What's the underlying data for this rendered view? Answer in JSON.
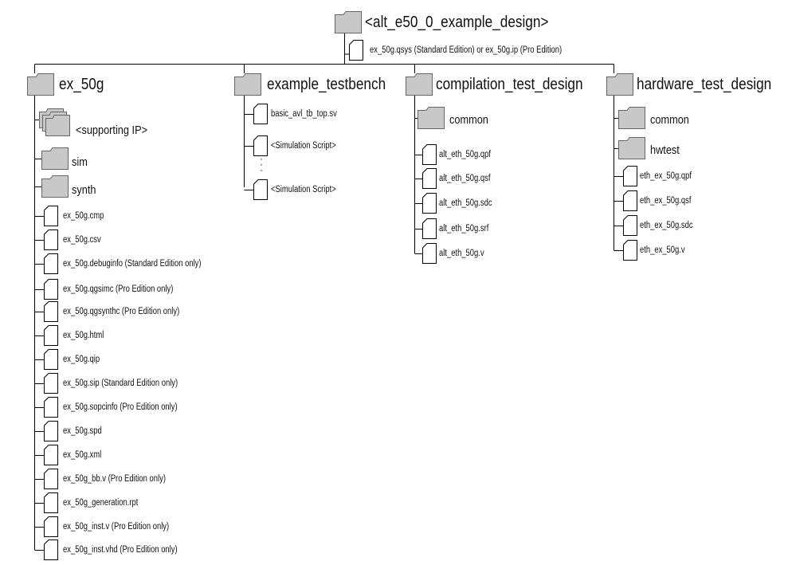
{
  "root": {
    "name": "<alt_e50_0_example_design>",
    "files": [
      "ex_50g.qsys (Standard Edition) or ex_50g.ip (Pro Edition)"
    ]
  },
  "ex_50g": {
    "name": "ex_50g",
    "folders": [
      "<supporting IP>",
      "sim",
      "synth"
    ],
    "files": [
      "ex_50g.cmp",
      "ex_50g.csv",
      "ex_50g.debuginfo (Standard Edition only)",
      "ex_50g.qgsimc (Pro Edition only)",
      "ex_50g.qgsynthc (Pro Edition only)",
      "ex_50g.html",
      "ex_50g.qip",
      "ex_50g.sip (Standard Edition only)",
      "ex_50g.sopcinfo (Pro Edition only)",
      "ex_50g.spd",
      "ex_50g.xml",
      "ex_50g_bb.v (Pro Edition only)",
      "ex_50g_generation.rpt",
      "ex_50g_inst.v (Pro Edition only)",
      "ex_50g_inst.vhd (Pro Edition only)"
    ]
  },
  "example_testbench": {
    "name": "example_testbench",
    "files": [
      "basic_avl_tb_top.sv",
      "<Simulation Script>",
      "<Simulation Script>"
    ]
  },
  "compilation_test_design": {
    "name": "compilation_test_design",
    "folders": [
      "common"
    ],
    "files": [
      "alt_eth_50g.qpf",
      "alt_eth_50g.qsf",
      "alt_eth_50g.sdc",
      "alt_eth_50g.srf",
      "alt_eth_50g.v"
    ]
  },
  "hardware_test_design": {
    "name": "hardware_test_design",
    "folders": [
      "common",
      "hwtest"
    ],
    "files": [
      "eth_ex_50g.qpf",
      "eth_ex_50g.qsf",
      "eth_ex_50g.sdc",
      "eth_ex_50g.v"
    ]
  }
}
